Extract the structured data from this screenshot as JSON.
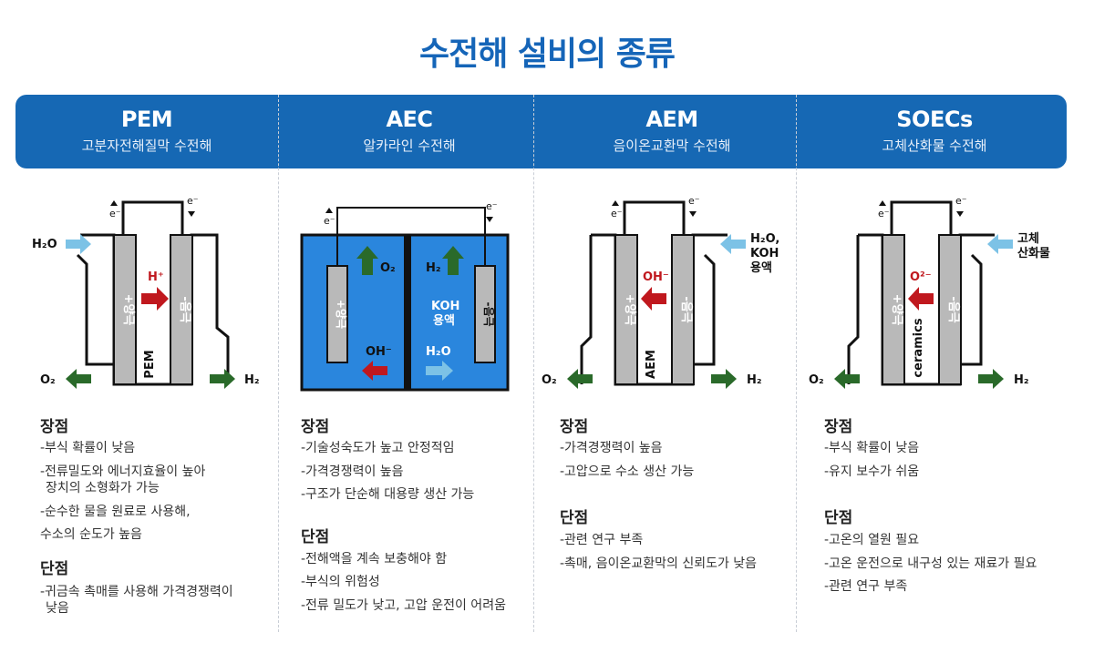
{
  "title": "수전해 설비의 종류",
  "columns": [
    {
      "name": "PEM",
      "subtitle": "고분자전해질막 수전해",
      "diagram": {
        "membrane": "PEM",
        "ion": "H⁺",
        "ion_dir": "right",
        "left_input": "H₂O",
        "right_input": "",
        "left_output": "O₂",
        "right_output": "H₂",
        "anode": "+양극",
        "cathode": "-음극",
        "e": "e⁻"
      },
      "pros_title": "장점",
      "pros": [
        "-부식 확률이 낮음",
        "-전류밀도와 에너지효율이 높아",
        " 장치의 소형화가 가능",
        "-순수한 물을 원료로 사용해,",
        "수소의 순도가 높음"
      ],
      "cons_title": "단점",
      "cons": [
        "-귀금속 촉매를 사용해 가격경쟁력이",
        " 낮음"
      ]
    },
    {
      "name": "AEC",
      "subtitle": "알카라인 수전해",
      "diagram": {
        "anode": "+양극",
        "cathode": "-음극",
        "o2": "O₂",
        "h2": "H₂",
        "koh": "KOH",
        "koh2": "용액",
        "oh": "OH⁻",
        "h2o": "H₂O",
        "e": "e⁻"
      },
      "pros_title": "장점",
      "pros": [
        "-기술성숙도가 높고 안정적임",
        "-가격경쟁력이 높음",
        "-구조가 단순해 대용량 생산 가능"
      ],
      "cons_title": "단점",
      "cons": [
        "-전해액을 계속 보충해야 함",
        "-부식의 위험성",
        "-전류 밀도가 낮고, 고압 운전이 어려움"
      ]
    },
    {
      "name": "AEM",
      "subtitle": "음이온교환막 수전해",
      "diagram": {
        "membrane": "AEM",
        "ion": "OH⁻",
        "ion_dir": "left",
        "left_input": "",
        "right_input": "H₂O,",
        "right_input2": "KOH",
        "right_input3": "용액",
        "left_output": "O₂",
        "right_output": "H₂",
        "anode": "+양극",
        "cathode": "-음극",
        "e": "e⁻"
      },
      "pros_title": "장점",
      "pros": [
        "-가격경쟁력이 높음",
        "-고압으로 수소 생산 가능"
      ],
      "cons_title": "단점",
      "cons": [
        "-관련 연구 부족",
        "-촉매, 음이온교환막의 신뢰도가 낮음"
      ]
    },
    {
      "name": "SOECs",
      "subtitle": "고체산화물 수전해",
      "diagram": {
        "membrane": "ceramics",
        "ion": "O²⁻",
        "ion_dir": "left",
        "left_input": "",
        "right_input": "고체",
        "right_input2": "산화물",
        "right_input3": "",
        "left_output": "O₂",
        "right_output": "H₂",
        "anode": "+양극",
        "cathode": "-음극",
        "e": "e⁻"
      },
      "pros_title": "장점",
      "pros": [
        "-부식 확률이 낮음",
        "-유지 보수가 쉬움"
      ],
      "cons_title": "단점",
      "cons": [
        "-고온의 열원 필요",
        "-고온 운전으로 내구성 있는 재료가 필요",
        "-관련 연구 부족"
      ]
    }
  ],
  "colors": {
    "header": "#1668b4",
    "title": "#1565b8",
    "arrow_green": "#2a6a2a",
    "arrow_red": "#c0181e",
    "arrow_blue": "#7cc2e6",
    "electrode": "#b9b9b9",
    "electrolyte": "#2a86dd"
  }
}
